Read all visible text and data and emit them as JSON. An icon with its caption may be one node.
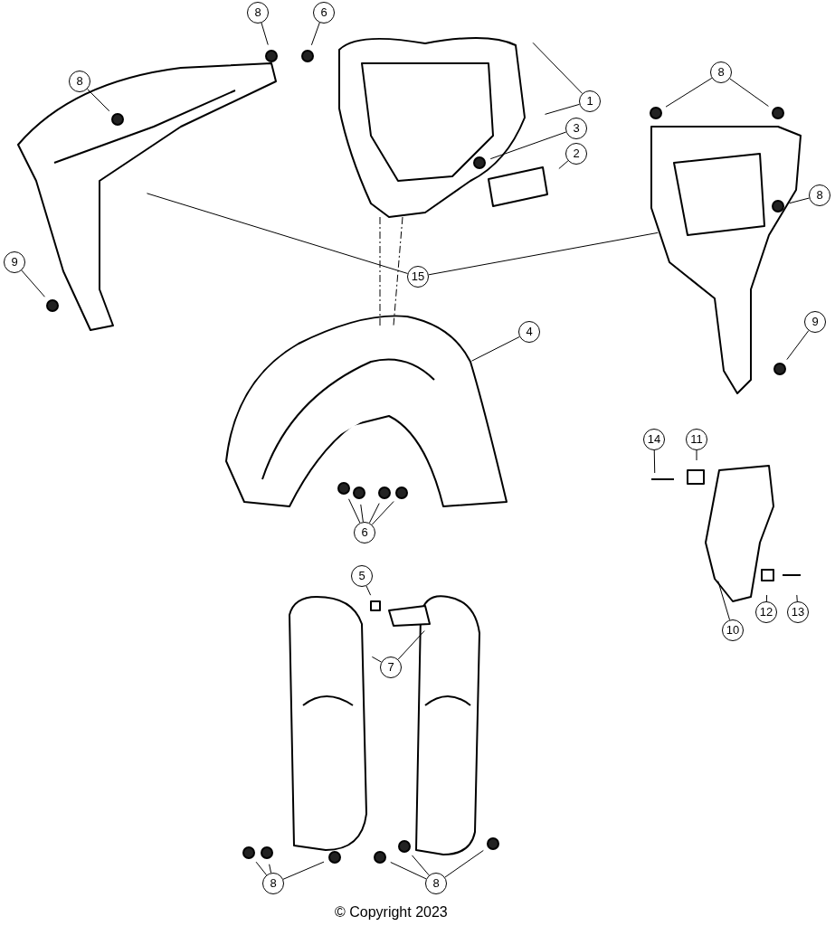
{
  "diagram": {
    "nodes": [
      {
        "text": [
          "8"
        ]
      },
      {
        "text": [
          "6"
        ]
      },
      {
        "text": [
          "8"
        ]
      },
      {
        "text": [
          "1"
        ]
      },
      {
        "text": [
          "8"
        ]
      },
      {
        "text": [
          "3"
        ]
      },
      {
        "text": [
          "2"
        ]
      },
      {
        "text": [
          "8"
        ]
      },
      {
        "text": [
          "9"
        ]
      },
      {
        "text": [
          "15"
        ]
      },
      {
        "text": [
          "9"
        ]
      },
      {
        "text": [
          "4"
        ]
      },
      {
        "text": [
          "14"
        ]
      },
      {
        "text": [
          "11"
        ]
      },
      {
        "text": [
          "6"
        ]
      },
      {
        "text": [
          "5"
        ]
      },
      {
        "text": [
          "12"
        ]
      },
      {
        "text": [
          "13"
        ]
      },
      {
        "text": [
          "10"
        ]
      },
      {
        "text": [
          "7"
        ]
      },
      {
        "text": [
          "8"
        ]
      },
      {
        "text": [
          "8"
        ]
      }
    ],
    "edges": [
      {
        "from": 0,
        "to": null,
        "arrow": "none"
      },
      {
        "from": 1,
        "to": null,
        "arrow": "none"
      },
      {
        "from": 2,
        "to": null,
        "arrow": "none"
      },
      {
        "from": 3,
        "to": null,
        "arrow": "none"
      },
      {
        "from": 3,
        "to": null,
        "arrow": "none"
      },
      {
        "from": 4,
        "to": null,
        "arrow": "none"
      },
      {
        "from": 4,
        "to": null,
        "arrow": "none"
      },
      {
        "from": 5,
        "to": null,
        "arrow": "none"
      },
      {
        "from": 6,
        "to": null,
        "arrow": "none"
      },
      {
        "from": 7,
        "to": null,
        "arrow": "none"
      },
      {
        "from": 8,
        "to": null,
        "arrow": "none"
      },
      {
        "from": 9,
        "to": null,
        "arrow": "none"
      },
      {
        "from": 9,
        "to": null,
        "arrow": "none"
      },
      {
        "from": 10,
        "to": null,
        "arrow": "none"
      },
      {
        "from": 11,
        "to": null,
        "arrow": "none"
      },
      {
        "from": 12,
        "to": null,
        "arrow": "none"
      },
      {
        "from": 13,
        "to": null,
        "arrow": "none"
      },
      {
        "from": 14,
        "to": null,
        "arrow": "none"
      },
      {
        "from": 14,
        "to": null,
        "arrow": "none"
      },
      {
        "from": 14,
        "to": null,
        "arrow": "none"
      },
      {
        "from": 14,
        "to": null,
        "arrow": "none"
      },
      {
        "from": 15,
        "to": null,
        "arrow": "none"
      },
      {
        "from": 16,
        "to": null,
        "arrow": "none"
      },
      {
        "from": 17,
        "to": null,
        "arrow": "none"
      },
      {
        "from": 18,
        "to": null,
        "arrow": "none"
      },
      {
        "from": 19,
        "to": null,
        "arrow": "none"
      },
      {
        "from": 19,
        "to": null,
        "arrow": "none"
      },
      {
        "from": 20,
        "to": null,
        "arrow": "none"
      },
      {
        "from": 20,
        "to": null,
        "arrow": "none"
      },
      {
        "from": 20,
        "to": null,
        "arrow": "none"
      },
      {
        "from": 21,
        "to": null,
        "arrow": "none"
      },
      {
        "from": 21,
        "to": null,
        "arrow": "none"
      },
      {
        "from": 21,
        "to": null,
        "arrow": "none"
      }
    ],
    "labels": [
      "© Copyright 2023"
    ]
  }
}
